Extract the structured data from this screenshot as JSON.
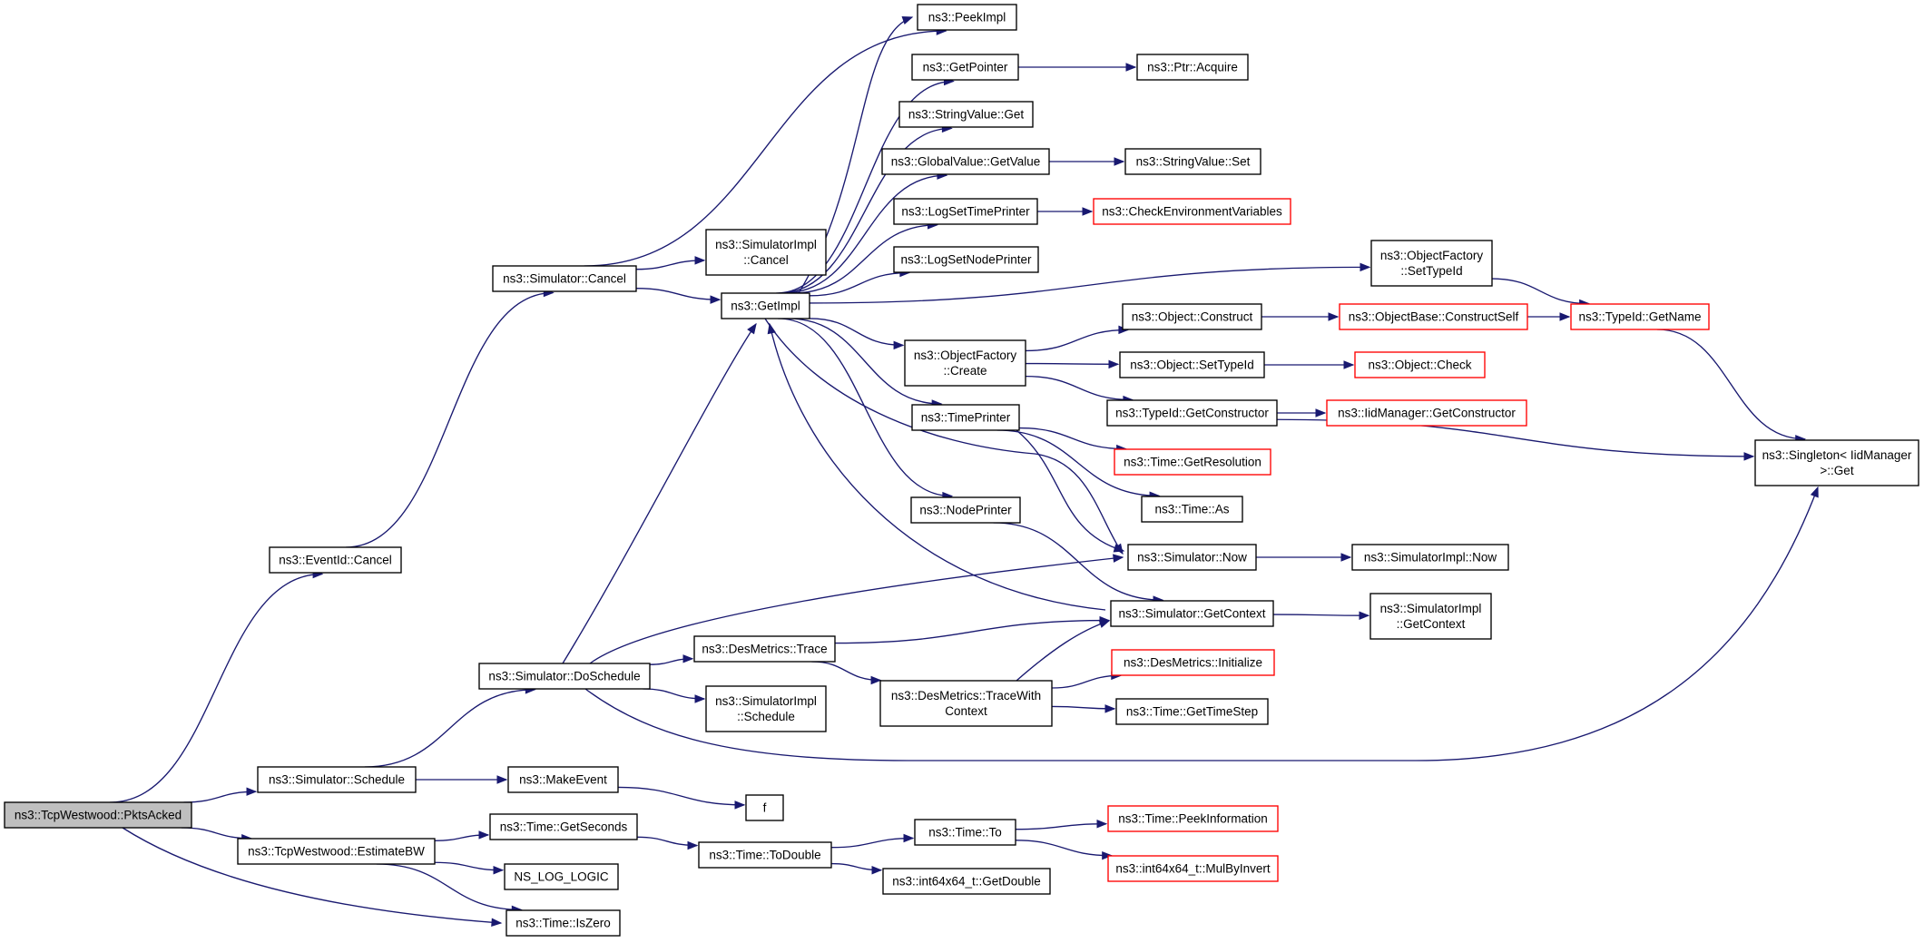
{
  "colors": {
    "edge": "#191970",
    "border": "#000000",
    "highlight_border": "#ff0000",
    "root_fill": "#bfbfbf"
  },
  "nodes": [
    {
      "id": "root",
      "lines": [
        "ns3::TcpWestwood::PktsAcked"
      ],
      "style": "root"
    },
    {
      "id": "eventid_cancel",
      "lines": [
        "ns3::EventId::Cancel"
      ],
      "style": "normal"
    },
    {
      "id": "sim_cancel",
      "lines": [
        "ns3::Simulator::Cancel"
      ],
      "style": "normal"
    },
    {
      "id": "simimpl_cancel",
      "lines": [
        "ns3::SimulatorImpl",
        "::Cancel"
      ],
      "style": "normal"
    },
    {
      "id": "peekimpl",
      "lines": [
        "ns3::PeekImpl"
      ],
      "style": "normal"
    },
    {
      "id": "getpointer",
      "lines": [
        "ns3::GetPointer"
      ],
      "style": "normal"
    },
    {
      "id": "ptr_acquire",
      "lines": [
        "ns3::Ptr::Acquire"
      ],
      "style": "normal"
    },
    {
      "id": "stringvalue_get",
      "lines": [
        "ns3::StringValue::Get"
      ],
      "style": "normal"
    },
    {
      "id": "globalvalue_getvalue",
      "lines": [
        "ns3::GlobalValue::GetValue"
      ],
      "style": "normal"
    },
    {
      "id": "stringvalue_set",
      "lines": [
        "ns3::StringValue::Set"
      ],
      "style": "normal"
    },
    {
      "id": "logsettimeprinter",
      "lines": [
        "ns3::LogSetTimePrinter"
      ],
      "style": "normal"
    },
    {
      "id": "checkenv",
      "lines": [
        "ns3::CheckEnvironmentVariables"
      ],
      "style": "red"
    },
    {
      "id": "logsetnodeprinter",
      "lines": [
        "ns3::LogSetNodePrinter"
      ],
      "style": "normal"
    },
    {
      "id": "getimpl",
      "lines": [
        "ns3::GetImpl"
      ],
      "style": "normal"
    },
    {
      "id": "of_settypeid",
      "lines": [
        "ns3::ObjectFactory",
        "::SetTypeId"
      ],
      "style": "normal"
    },
    {
      "id": "typeid_getname",
      "lines": [
        "ns3::TypeId::GetName"
      ],
      "style": "red"
    },
    {
      "id": "object_construct",
      "lines": [
        "ns3::Object::Construct"
      ],
      "style": "normal"
    },
    {
      "id": "objbase_constructself",
      "lines": [
        "ns3::ObjectBase::ConstructSelf"
      ],
      "style": "red"
    },
    {
      "id": "of_create",
      "lines": [
        "ns3::ObjectFactory",
        "::Create"
      ],
      "style": "normal"
    },
    {
      "id": "object_settypeid",
      "lines": [
        "ns3::Object::SetTypeId"
      ],
      "style": "normal"
    },
    {
      "id": "object_check",
      "lines": [
        "ns3::Object::Check"
      ],
      "style": "red"
    },
    {
      "id": "typeid_getconstructor",
      "lines": [
        "ns3::TypeId::GetConstructor"
      ],
      "style": "normal"
    },
    {
      "id": "iidmanager_getconstructor",
      "lines": [
        "ns3::IidManager::GetConstructor"
      ],
      "style": "red"
    },
    {
      "id": "timeprinter",
      "lines": [
        "ns3::TimePrinter"
      ],
      "style": "normal"
    },
    {
      "id": "singleton_get",
      "lines": [
        "ns3::Singleton< IidManager",
        " >::Get"
      ],
      "style": "normal"
    },
    {
      "id": "time_getresolution",
      "lines": [
        "ns3::Time::GetResolution"
      ],
      "style": "red"
    },
    {
      "id": "time_as",
      "lines": [
        "ns3::Time::As"
      ],
      "style": "normal"
    },
    {
      "id": "nodeprinter",
      "lines": [
        "ns3::NodePrinter"
      ],
      "style": "normal"
    },
    {
      "id": "sim_now",
      "lines": [
        "ns3::Simulator::Now"
      ],
      "style": "normal"
    },
    {
      "id": "simimpl_now",
      "lines": [
        "ns3::SimulatorImpl::Now"
      ],
      "style": "normal"
    },
    {
      "id": "sim_getcontext",
      "lines": [
        "ns3::Simulator::GetContext"
      ],
      "style": "normal"
    },
    {
      "id": "simimpl_getcontext",
      "lines": [
        "ns3::SimulatorImpl",
        "::GetContext"
      ],
      "style": "normal"
    },
    {
      "id": "desmetrics_trace",
      "lines": [
        "ns3::DesMetrics::Trace"
      ],
      "style": "normal"
    },
    {
      "id": "sim_doschedule",
      "lines": [
        "ns3::Simulator::DoSchedule"
      ],
      "style": "normal"
    },
    {
      "id": "desmetrics_initialize",
      "lines": [
        "ns3::DesMetrics::Initialize"
      ],
      "style": "red"
    },
    {
      "id": "desmetrics_tracewithcontext",
      "lines": [
        "ns3::DesMetrics::TraceWith",
        "Context"
      ],
      "style": "normal"
    },
    {
      "id": "simimpl_schedule",
      "lines": [
        "ns3::SimulatorImpl",
        "::Schedule"
      ],
      "style": "normal"
    },
    {
      "id": "time_gettimestep",
      "lines": [
        "ns3::Time::GetTimeStep"
      ],
      "style": "normal"
    },
    {
      "id": "sim_schedule",
      "lines": [
        "ns3::Simulator::Schedule"
      ],
      "style": "normal"
    },
    {
      "id": "makeevent",
      "lines": [
        "ns3::MakeEvent"
      ],
      "style": "normal"
    },
    {
      "id": "f",
      "lines": [
        "f"
      ],
      "style": "normal"
    },
    {
      "id": "time_peekinformation",
      "lines": [
        "ns3::Time::PeekInformation"
      ],
      "style": "red"
    },
    {
      "id": "time_getseconds",
      "lines": [
        "ns3::Time::GetSeconds"
      ],
      "style": "normal"
    },
    {
      "id": "time_to",
      "lines": [
        "ns3::Time::To"
      ],
      "style": "normal"
    },
    {
      "id": "estimatebw",
      "lines": [
        "ns3::TcpWestwood::EstimateBW"
      ],
      "style": "normal"
    },
    {
      "id": "time_todouble",
      "lines": [
        "ns3::Time::ToDouble"
      ],
      "style": "normal"
    },
    {
      "id": "int64_mulbyinvert",
      "lines": [
        "ns3::int64x64_t::MulByInvert"
      ],
      "style": "red"
    },
    {
      "id": "ns_log_logic",
      "lines": [
        "NS_LOG_LOGIC"
      ],
      "style": "normal"
    },
    {
      "id": "int64_getdouble",
      "lines": [
        "ns3::int64x64_t::GetDouble"
      ],
      "style": "normal"
    },
    {
      "id": "time_iszero",
      "lines": [
        "ns3::Time::IsZero"
      ],
      "style": "normal"
    }
  ],
  "edges": [
    [
      "root",
      "eventid_cancel"
    ],
    [
      "root",
      "sim_schedule"
    ],
    [
      "root",
      "estimatebw"
    ],
    [
      "root",
      "time_iszero"
    ],
    [
      "eventid_cancel",
      "sim_cancel"
    ],
    [
      "sim_cancel",
      "peekimpl"
    ],
    [
      "sim_cancel",
      "simimpl_cancel"
    ],
    [
      "sim_cancel",
      "getimpl"
    ],
    [
      "getimpl",
      "peekimpl"
    ],
    [
      "getimpl",
      "getpointer"
    ],
    [
      "getimpl",
      "stringvalue_get"
    ],
    [
      "getimpl",
      "globalvalue_getvalue"
    ],
    [
      "getimpl",
      "logsettimeprinter"
    ],
    [
      "getimpl",
      "logsetnodeprinter"
    ],
    [
      "getimpl",
      "of_settypeid"
    ],
    [
      "getimpl",
      "of_create"
    ],
    [
      "getimpl",
      "timeprinter"
    ],
    [
      "getimpl",
      "nodeprinter"
    ],
    [
      "getimpl",
      "sim_now"
    ],
    [
      "getpointer",
      "ptr_acquire"
    ],
    [
      "globalvalue_getvalue",
      "stringvalue_set"
    ],
    [
      "logsettimeprinter",
      "checkenv"
    ],
    [
      "of_settypeid",
      "typeid_getname"
    ],
    [
      "of_create",
      "object_construct"
    ],
    [
      "of_create",
      "object_settypeid"
    ],
    [
      "of_create",
      "typeid_getconstructor"
    ],
    [
      "object_construct",
      "objbase_constructself"
    ],
    [
      "objbase_constructself",
      "typeid_getname"
    ],
    [
      "object_settypeid",
      "object_check"
    ],
    [
      "typeid_getconstructor",
      "iidmanager_getconstructor"
    ],
    [
      "typeid_getconstructor",
      "singleton_get"
    ],
    [
      "typeid_getname",
      "singleton_get"
    ],
    [
      "timeprinter",
      "time_getresolution"
    ],
    [
      "timeprinter",
      "time_as"
    ],
    [
      "timeprinter",
      "sim_now"
    ],
    [
      "nodeprinter",
      "sim_getcontext"
    ],
    [
      "sim_now",
      "simimpl_now"
    ],
    [
      "sim_getcontext",
      "getimpl"
    ],
    [
      "sim_getcontext",
      "simimpl_getcontext"
    ],
    [
      "sim_schedule",
      "sim_doschedule"
    ],
    [
      "sim_schedule",
      "makeevent"
    ],
    [
      "makeevent",
      "f"
    ],
    [
      "sim_doschedule",
      "getimpl"
    ],
    [
      "sim_doschedule",
      "sim_now"
    ],
    [
      "sim_doschedule",
      "desmetrics_trace"
    ],
    [
      "sim_doschedule",
      "simimpl_schedule"
    ],
    [
      "sim_doschedule",
      "singleton_get"
    ],
    [
      "desmetrics_trace",
      "sim_getcontext"
    ],
    [
      "desmetrics_trace",
      "desmetrics_tracewithcontext"
    ],
    [
      "desmetrics_tracewithcontext",
      "sim_getcontext"
    ],
    [
      "desmetrics_tracewithcontext",
      "desmetrics_initialize"
    ],
    [
      "desmetrics_tracewithcontext",
      "time_gettimestep"
    ],
    [
      "estimatebw",
      "time_getseconds"
    ],
    [
      "estimatebw",
      "ns_log_logic"
    ],
    [
      "estimatebw",
      "time_iszero"
    ],
    [
      "time_getseconds",
      "time_todouble"
    ],
    [
      "time_todouble",
      "time_to"
    ],
    [
      "time_todouble",
      "int64_getdouble"
    ],
    [
      "time_to",
      "time_peekinformation"
    ],
    [
      "time_to",
      "int64_mulbyinvert"
    ]
  ]
}
